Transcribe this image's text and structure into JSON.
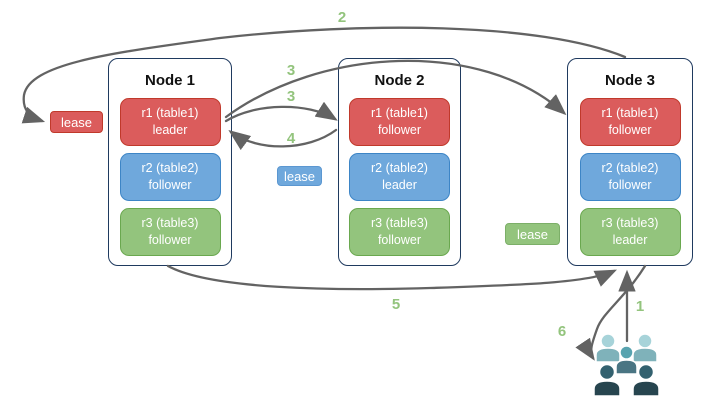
{
  "nodes": [
    {
      "title": "Node 1",
      "replicas": [
        {
          "name": "r1 (table1)",
          "role": "leader",
          "color": "red"
        },
        {
          "name": "r2 (table2)",
          "role": "follower",
          "color": "blue"
        },
        {
          "name": "r3 (table3)",
          "role": "follower",
          "color": "green"
        }
      ]
    },
    {
      "title": "Node 2",
      "replicas": [
        {
          "name": "r1 (table1)",
          "role": "follower",
          "color": "red"
        },
        {
          "name": "r2 (table2)",
          "role": "leader",
          "color": "blue"
        },
        {
          "name": "r3 (table3)",
          "role": "follower",
          "color": "green"
        }
      ]
    },
    {
      "title": "Node 3",
      "replicas": [
        {
          "name": "r1 (table1)",
          "role": "follower",
          "color": "red"
        },
        {
          "name": "r2 (table2)",
          "role": "follower",
          "color": "blue"
        },
        {
          "name": "r3 (table3)",
          "role": "leader",
          "color": "green"
        }
      ]
    }
  ],
  "leases": [
    {
      "label": "lease",
      "color": "red"
    },
    {
      "label": "lease",
      "color": "blue"
    },
    {
      "label": "lease",
      "color": "green"
    }
  ],
  "steps": {
    "s1": "1",
    "s2": "2",
    "s3a": "3",
    "s3b": "3",
    "s4": "4",
    "s5": "5",
    "s6": "6"
  },
  "colors": {
    "red_fill": "#DB5C5C",
    "red_border": "#C0392B",
    "blue_fill": "#6FA8DC",
    "blue_border": "#3D85C6",
    "green_fill": "#93C47D",
    "green_border": "#6AA84F",
    "node_border": "#1F3A5F",
    "arrow_gray": "#636363",
    "step_label_green": "#93C47D",
    "users_light_head": "#A7D3D9",
    "users_light_body": "#7FB2BA",
    "users_mid_head": "#58A3AF",
    "users_mid_body": "#4A7583",
    "users_dark_head": "#33616F",
    "users_dark_body": "#27454F"
  }
}
